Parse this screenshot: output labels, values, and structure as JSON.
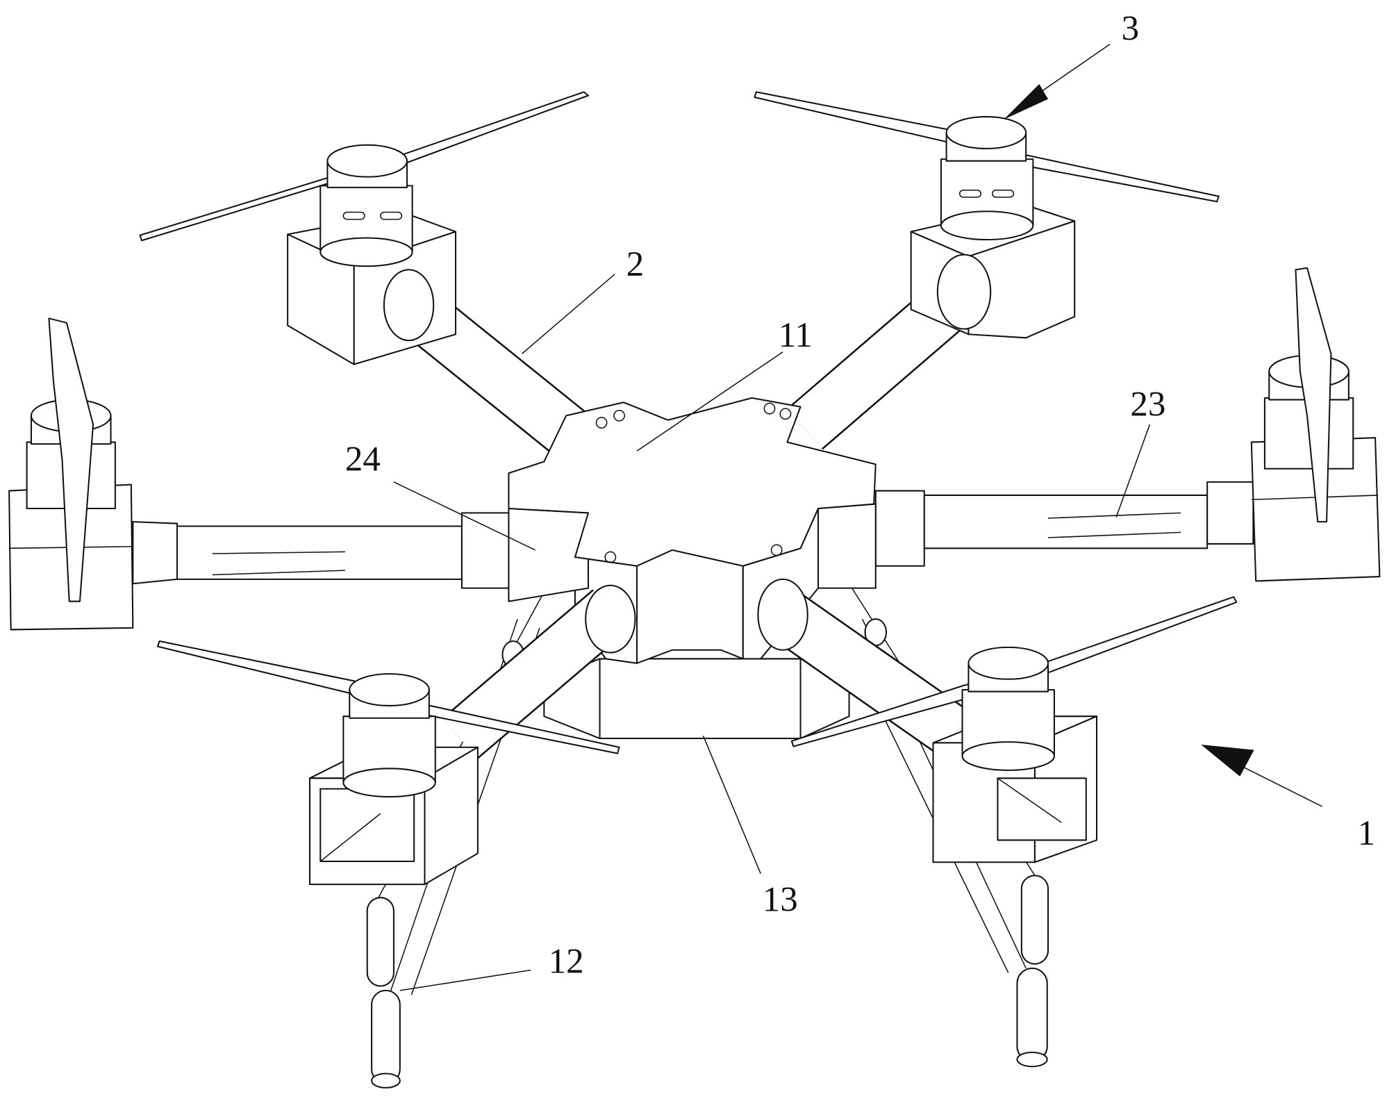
{
  "figure": {
    "title": "Multirotor drone perspective view (patent drawing)",
    "labels": {
      "body": "1",
      "arm": "2",
      "rotor": "3",
      "center_plate": "11",
      "landing_gear": "12",
      "lower_box": "13",
      "arm_slot": "23",
      "arm_sleeve": "24"
    },
    "colors": {
      "line": "#111111",
      "background": "#ffffff"
    }
  }
}
